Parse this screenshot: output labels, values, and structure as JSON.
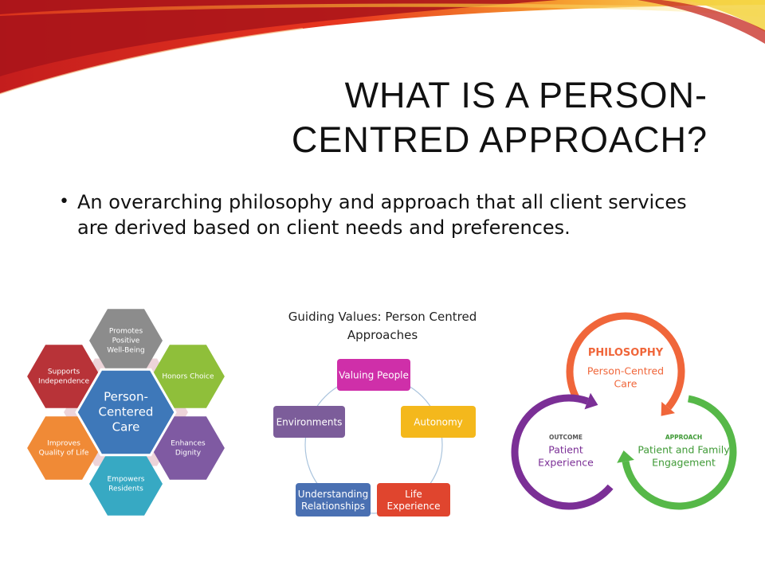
{
  "slide": {
    "title_line1": "WHAT IS A PERSON-",
    "title_line2": "CENTRED APPROACH?",
    "bullet": "An overarching philosophy and approach that all client services are derived based on client needs and preferences."
  },
  "hex_diagram": {
    "center": [
      "Person-",
      "Centered",
      "Care"
    ],
    "items": [
      {
        "lines": [
          "Promotes",
          "Positive",
          "Well-Being"
        ],
        "color": "#8c8c8c"
      },
      {
        "lines": [
          "Honors Choice"
        ],
        "color": "#8fbf3a"
      },
      {
        "lines": [
          "Enhances",
          "Dignity"
        ],
        "color": "#7f5aa2"
      },
      {
        "lines": [
          "Empowers",
          "Residents"
        ],
        "color": "#37a9c3"
      },
      {
        "lines": [
          "Improves",
          "Quality of Life"
        ],
        "color": "#f08a36"
      },
      {
        "lines": [
          "Supports",
          "Independence"
        ],
        "color": "#b83338"
      }
    ],
    "center_color": "#3e78b9"
  },
  "values_diagram": {
    "title_line1": "Guiding Values: Person Centred",
    "title_line2": "Approaches",
    "nodes": [
      {
        "lines": [
          "Valuing People"
        ],
        "color": "#cf2fa9"
      },
      {
        "lines": [
          "Autonomy"
        ],
        "color": "#f4b81c"
      },
      {
        "lines": [
          "Life",
          "Experience"
        ],
        "color": "#e0452e"
      },
      {
        "lines": [
          "Understanding",
          "Relationships"
        ],
        "color": "#4a70b2"
      },
      {
        "lines": [
          "Environments"
        ],
        "color": "#7c5d9a"
      }
    ]
  },
  "cycle_diagram": {
    "philosophy": {
      "heading": "PHILOSOPHY",
      "lines": [
        "Person-Centred",
        "Care"
      ],
      "color": "#f0663a"
    },
    "approach": {
      "heading": "APPROACH",
      "lines": [
        "Patient and Family",
        "Engagement"
      ],
      "color": "#56b848"
    },
    "outcome": {
      "heading": "OUTCOME",
      "lines": [
        "Patient",
        "Experience"
      ],
      "color": "#7b2f96"
    }
  }
}
